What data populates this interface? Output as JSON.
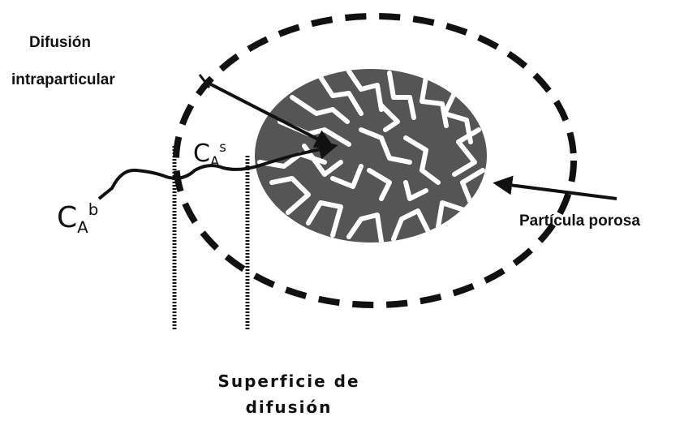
{
  "labels": {
    "intraparticle_line1": "Difusión",
    "intraparticle_line2": "intraparticular",
    "porous_particle": "Partícula porosa",
    "surface_line1": "Superficie de",
    "surface_line2": "difusión"
  },
  "concentrations": {
    "bulk": {
      "symbol": "C",
      "subscript": "A",
      "superscript": "b"
    },
    "surface": {
      "symbol": "C",
      "subscript": "A",
      "superscript": "s"
    }
  },
  "colors": {
    "particle_fill": "#555555",
    "pores": "#ffffff",
    "ink": "#111111"
  }
}
